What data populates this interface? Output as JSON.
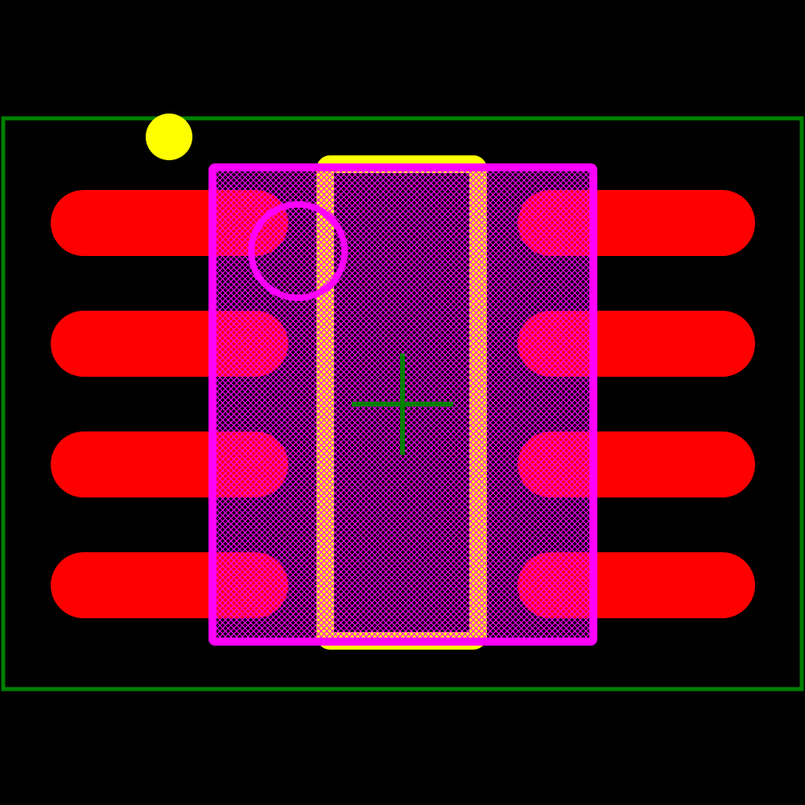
{
  "colors": {
    "background": "#000000",
    "courtyard": "#008000",
    "pads": "#ff0000",
    "fab_outline": "#ff00ff",
    "silkscreen": "#ffff00",
    "pin1_marker": "#ffff00",
    "center_cross": "#008000"
  },
  "footprint": {
    "pad_rows": 4,
    "pad_columns": 2,
    "pad_shape": "rounded-rectangle",
    "hatch": "crosshatch"
  }
}
